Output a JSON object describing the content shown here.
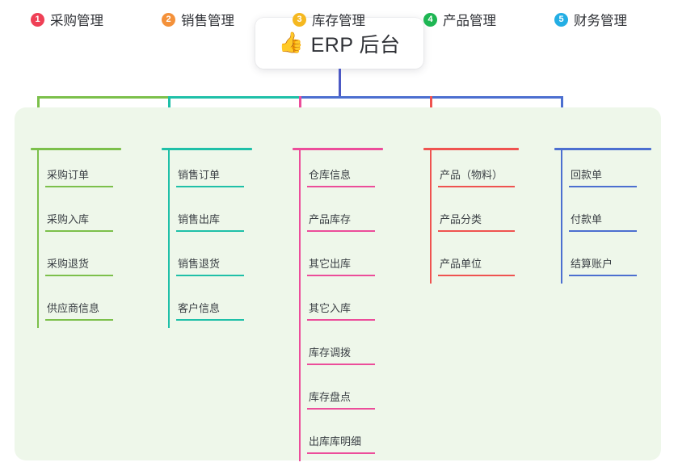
{
  "diagram": {
    "type": "tree-mindmap",
    "root": {
      "icon": "thumbs-up-emoji",
      "emoji": "👍",
      "label": "ERP 后台",
      "card_bg": "#ffffff",
      "connector_color": "#4c59c4"
    },
    "panel_bg": "#eef7ea",
    "branches": [
      {
        "index": "1",
        "badge_text": "1",
        "badge_color": "#ef4056",
        "color": "#7cc04b",
        "label": "采购管理",
        "items": [
          "采购订单",
          "采购入库",
          "采购退货",
          "供应商信息"
        ]
      },
      {
        "index": "2",
        "badge_text": "2",
        "badge_color": "#f4913a",
        "color": "#1fc0a8",
        "label": "销售管理",
        "items": [
          "销售订单",
          "销售出库",
          "销售退货",
          "客户信息"
        ]
      },
      {
        "index": "3",
        "badge_text": "3",
        "badge_color": "#f5b820",
        "color": "#ec4d9a",
        "label": "库存管理",
        "items": [
          "仓库信息",
          "产品库存",
          "其它出库",
          "其它入库",
          "库存调拨",
          "库存盘点",
          "出库库明细"
        ]
      },
      {
        "index": "4",
        "badge_text": "4",
        "badge_color": "#1eb653",
        "color": "#ef5350",
        "label": "产品管理",
        "items": [
          "产品（物料）",
          "产品分类",
          "产品单位"
        ]
      },
      {
        "index": "5",
        "badge_text": "5",
        "badge_color": "#23aee4",
        "color": "#4c6fd0",
        "label": "财务管理",
        "items": [
          "回款单",
          "付款单",
          "结算账户"
        ]
      }
    ]
  }
}
